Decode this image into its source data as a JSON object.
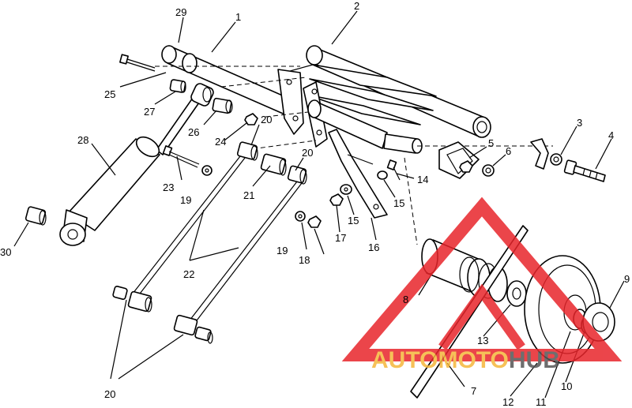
{
  "diagram": {
    "callouts": [
      {
        "id": "c29",
        "label": "29"
      },
      {
        "id": "c1",
        "label": "1"
      },
      {
        "id": "c2",
        "label": "2"
      },
      {
        "id": "c25",
        "label": "25"
      },
      {
        "id": "c27",
        "label": "27"
      },
      {
        "id": "c26",
        "label": "26"
      },
      {
        "id": "c20a",
        "label": "20"
      },
      {
        "id": "c24",
        "label": "24"
      },
      {
        "id": "c28",
        "label": "28"
      },
      {
        "id": "c23",
        "label": "23"
      },
      {
        "id": "c19a",
        "label": "19"
      },
      {
        "id": "c21",
        "label": "21"
      },
      {
        "id": "c20b",
        "label": "20"
      },
      {
        "id": "c3",
        "label": "3"
      },
      {
        "id": "c4",
        "label": "4"
      },
      {
        "id": "c5",
        "label": "5"
      },
      {
        "id": "c6",
        "label": "6"
      },
      {
        "id": "c14",
        "label": "14"
      },
      {
        "id": "c15a",
        "label": "15"
      },
      {
        "id": "c15b",
        "label": "15"
      },
      {
        "id": "c17",
        "label": "17"
      },
      {
        "id": "c16",
        "label": "16"
      },
      {
        "id": "c19b",
        "label": "19"
      },
      {
        "id": "c18",
        "label": "18"
      },
      {
        "id": "c30",
        "label": "30"
      },
      {
        "id": "c22",
        "label": "22"
      },
      {
        "id": "c8",
        "label": "8"
      },
      {
        "id": "c9",
        "label": "9"
      },
      {
        "id": "c13",
        "label": "13"
      },
      {
        "id": "c7",
        "label": "7"
      },
      {
        "id": "c12",
        "label": "12"
      },
      {
        "id": "c11",
        "label": "11"
      },
      {
        "id": "c10",
        "label": "10"
      },
      {
        "id": "c20c",
        "label": "20"
      }
    ]
  },
  "watermark": {
    "text_prefix": "AUTOMOTO",
    "text_suffix": "HUB",
    "logo_color": "#e8252b",
    "prefix_color": "#f5b73b",
    "suffix_color": "#555555"
  }
}
